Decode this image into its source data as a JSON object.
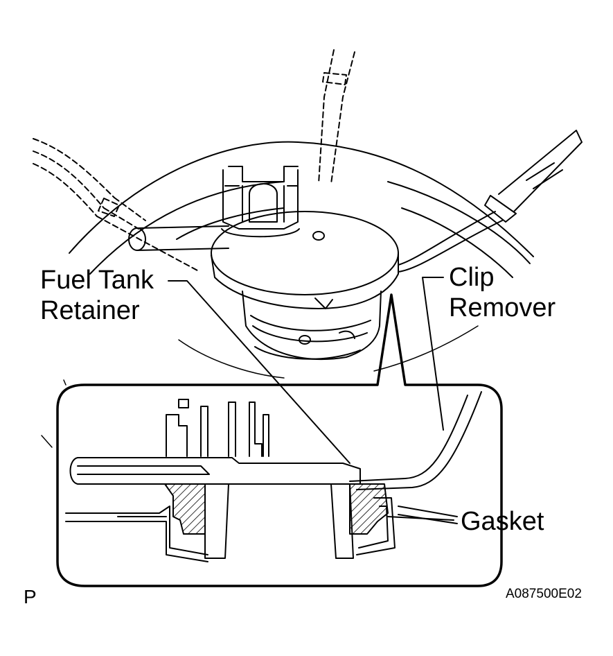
{
  "labels": {
    "fuel_tank_retainer_line1": "Fuel Tank",
    "fuel_tank_retainer_line2": "Retainer",
    "clip_remover_line1": "Clip",
    "clip_remover_line2": "Remover",
    "gasket": "Gasket"
  },
  "corner": {
    "left_marker": "P",
    "figure_code": "A087500E02"
  }
}
